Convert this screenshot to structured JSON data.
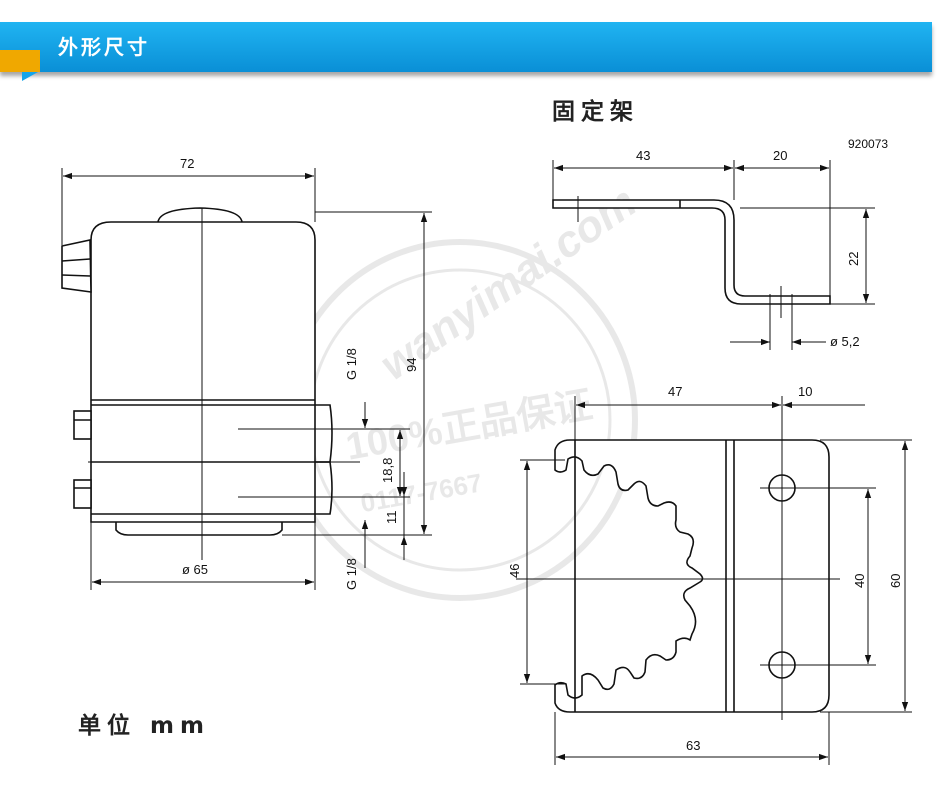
{
  "banner": {
    "title": "外形尺寸"
  },
  "bracket": {
    "title": "固定架",
    "code": "920073"
  },
  "units": {
    "label": "单位 mm"
  },
  "dimensions": {
    "sensor": {
      "width": "72",
      "height": "94",
      "thread_top": "G 1/8",
      "thread_bottom": "G 1/8",
      "spacing": "18,8",
      "offset": "11",
      "diameter": "ø 65"
    },
    "bracket_side": {
      "length": "43",
      "width": "20",
      "height": "22",
      "hole": "ø 5,2"
    },
    "bracket_front": {
      "top_left": "47",
      "top_right": "10",
      "left_height": "46",
      "hole_spacing": "40",
      "total_height": "60",
      "bottom_width": "63"
    }
  },
  "watermark": {
    "site": "wanyimai.com",
    "guarantee": "100%正品保证",
    "phone": "0117-7667"
  }
}
